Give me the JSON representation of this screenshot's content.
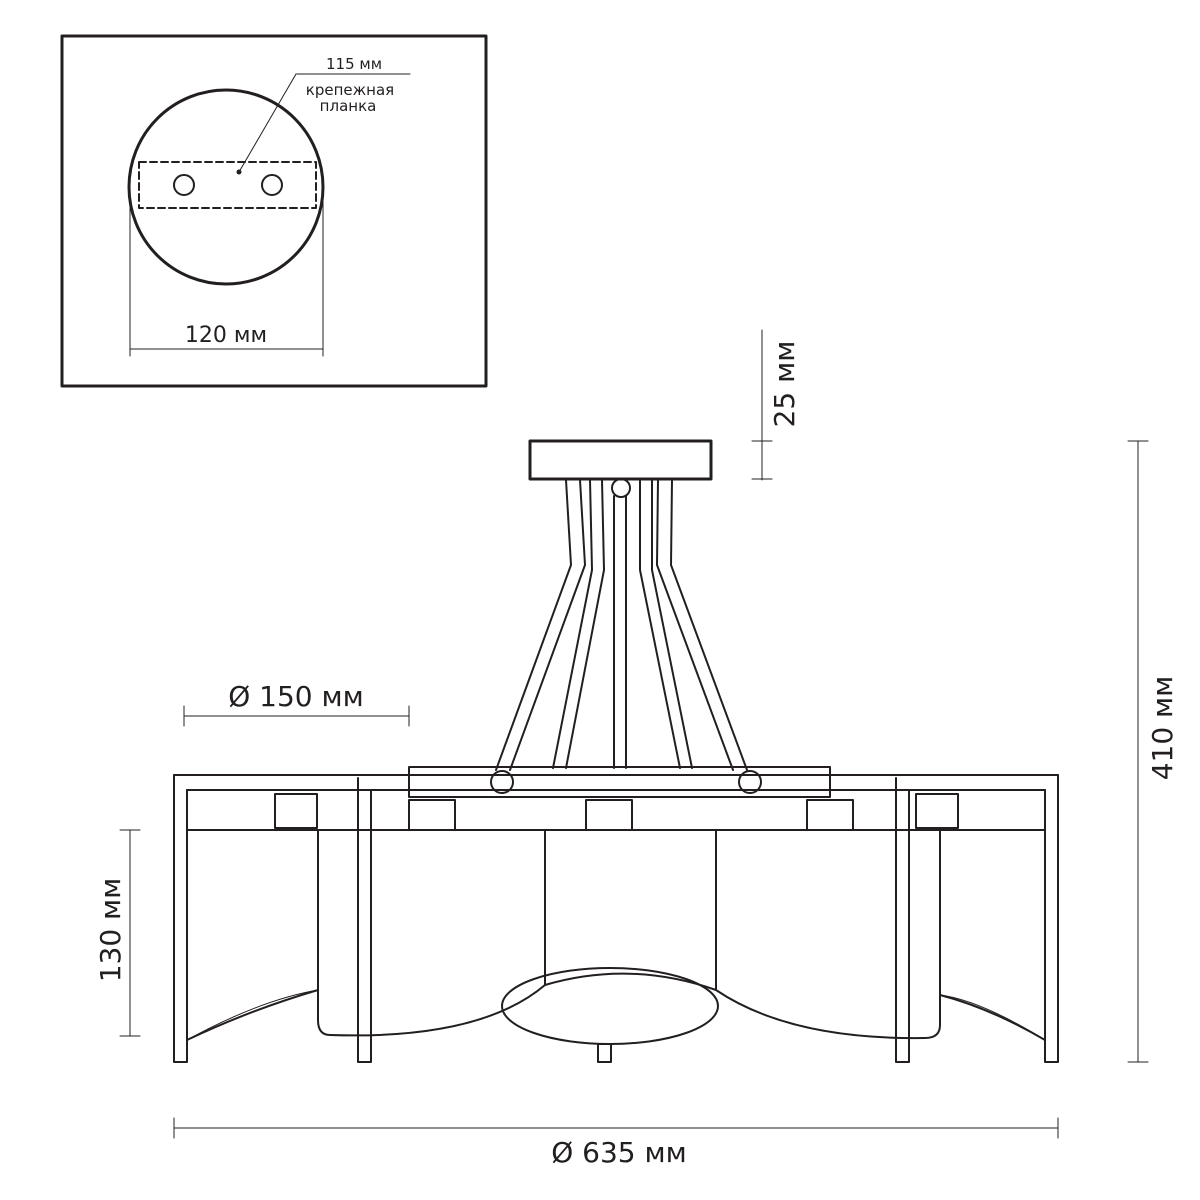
{
  "inset": {
    "plate_note_size": "115 мм",
    "plate_note_line1": "крепежная",
    "plate_note_line2": "планка",
    "plate_diameter": "120 мм"
  },
  "dimensions": {
    "canopy_height": "25 мм",
    "total_height": "410 мм",
    "shade_diameter": "Ø 150 мм",
    "shade_height": "130 мм",
    "overall_diameter": "Ø 635 мм"
  },
  "colors": {
    "ink": "#231f20",
    "background": "#ffffff"
  }
}
